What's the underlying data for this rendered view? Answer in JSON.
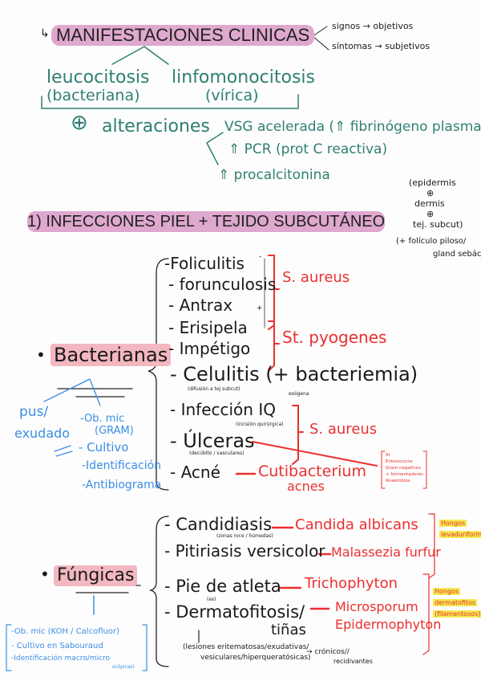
{
  "section_1": {
    "arrow": "↳",
    "title": "MANIFESTACIONES CLINICAS",
    "signos": "signos → objetivos",
    "sintomas": "síntomas → subjetivos",
    "leucocitosis": "leucocitosis",
    "bacteriana": "(bacteriana)",
    "linfomonocitosis": "linfomonocitosis",
    "virica": "(vírica)",
    "plus": "⊕",
    "alteraciones": "alteraciones",
    "vsg": "VSG acelerada (⇑ fibrinógeno plasma)",
    "pcr": "⇑ PCR (prot C reactiva)",
    "procalcitonina": "⇑ procalcitonina"
  },
  "layers": {
    "epidermis": "(epidermis",
    "plus1": "⊕",
    "dermis": "dermis",
    "plus2": "⊕",
    "tej": "tej. subcut)",
    "extra1": "(+ folículo piloso/",
    "extra2": "gland sebác)"
  },
  "section_2": {
    "title": "1) INFECCIONES PIEL + TEJIDO SUBCUTÁNEO"
  },
  "bacterianas": {
    "bullet": "•",
    "label": "Bacterianas",
    "items": [
      {
        "label": "-Foliculitis"
      },
      {
        "label": "- forunculosis"
      },
      {
        "label": "- Antrax"
      },
      {
        "label": "- Erisipela"
      },
      {
        "label": "- Impétigo"
      },
      {
        "label": "- Celulitis (+ bacteriemia)",
        "note": "(difusión a tej subcut)"
      },
      {
        "label": "- Infección IQ",
        "note": "(incisión quirúrgica)",
        "tag": "exógena"
      },
      {
        "label": "- Úlceras",
        "note": "(decúbito / vasculares)"
      },
      {
        "label": "- Acné"
      }
    ],
    "organisms": {
      "s_aureus_1": "S. aureus",
      "st_pyogenes": "St. pyogenes",
      "s_aureus_2": "S. aureus",
      "cutibacterium_1": "Cutibacterium",
      "cutibacterium_2": "acnes",
      "ulcer_list": [
        "St",
        "Enterococos",
        "Gram negativos",
        "+ formentadores",
        "Anaerobios"
      ]
    },
    "severity_marks": {
      "minus": "-",
      "plus": "+"
    },
    "diagnosis": {
      "pus": "pus/",
      "exudado": "exudado",
      "items": [
        "-Ob. mic",
        "(GRAM)",
        "- Cultivo",
        "-Identificación",
        "-Antibiograma"
      ]
    }
  },
  "fungicas": {
    "bullet": "•",
    "label": "Fúngicas",
    "items": [
      {
        "label": "- Candidiasis",
        "note": "(zonas roce / húmedas)",
        "organism": "Candida albicans"
      },
      {
        "label": "- Pitiriasis versicolor",
        "organism": "Malassezia furfur"
      },
      {
        "label": "- Pie de atleta",
        "organism": "Trichophyton"
      },
      {
        "label": "- Dermatofitosis/",
        "label2": "tiñas",
        "note_small": "(es)",
        "organism": "Microsporum",
        "organism2": "Epidermophyton"
      }
    ],
    "lesions": "(lesiones eritematosas/exudativas/",
    "lesions2": "vesiculares/hiperqueratósicas)",
    "chronic": "→ crónicos//",
    "chronic2": "recidivantes",
    "group_1": [
      "Hongos",
      "levaduriformes"
    ],
    "group_2": [
      "Hongos",
      "dermatofitos",
      "(filamentosos)"
    ],
    "diagnosis": [
      "-Ob. mic (KOH / Calcofluor)",
      "- Cultivo en Sabouraud",
      "-Identificación macro/micro",
      "scópicas)"
    ]
  },
  "colors": {
    "teal": "#2f7f72",
    "red": "#ec2f2f",
    "blue": "#3a8ee6",
    "pink": "#dfa8cf",
    "rose": "#f3b7c0",
    "yellow": "#f4ea52"
  }
}
